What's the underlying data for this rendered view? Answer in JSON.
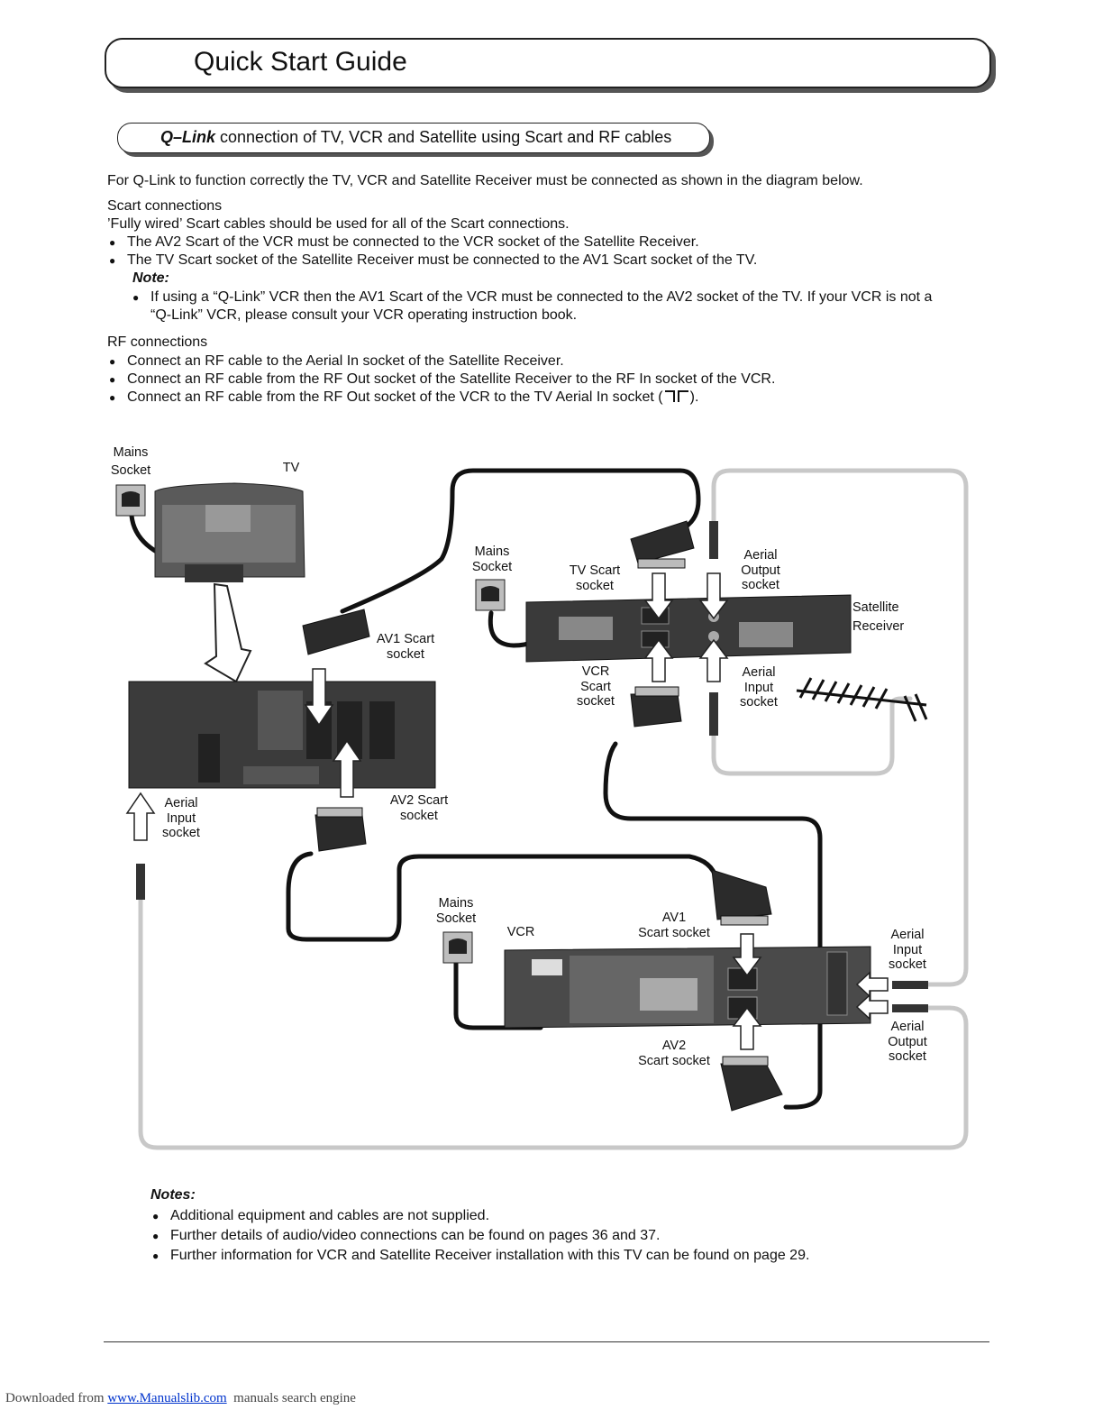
{
  "header": {
    "title": "Quick Start Guide"
  },
  "section": {
    "title_bold": "Q–Link",
    "title_rest": " connection of TV, VCR and Satellite using Scart and RF cables"
  },
  "intro": "For Q-Link to function correctly the TV, VCR and Satellite Receiver must be connected as shown in the diagram below.",
  "scart": {
    "heading": "Scart connections",
    "text": "’Fully wired’ Scart cables should be used for all of the Scart connections.",
    "bullets": [
      "The AV2 Scart of the VCR must be connected to the VCR socket of the Satellite Receiver.",
      "The TV Scart socket of the Satellite Receiver must be connected to the AV1 Scart socket of the TV."
    ],
    "note_label": "Note:",
    "note_line1": "If using a “Q-Link” VCR then the AV1 Scart of the VCR must be connected to the AV2 socket of the TV. If your VCR is not a",
    "note_line2": "“Q-Link” VCR, please consult your VCR operating instruction book."
  },
  "rf": {
    "heading": "RF connections",
    "bullets": [
      "Connect an RF cable to the Aerial In socket of the Satellite Receiver.",
      "Connect an RF cable from the RF Out socket of the Satellite Receiver to the RF In socket of the VCR.",
      "Connect an RF cable from the RF Out socket of the VCR to the TV Aerial In socket ("
    ],
    "bullet3_tail": ")."
  },
  "diagram": {
    "mains_tv": [
      "Mains",
      "Socket"
    ],
    "tv": "TV",
    "mains_sat": [
      "Mains",
      "Socket"
    ],
    "tv_scart": [
      "TV Scart",
      "socket"
    ],
    "aerial_output_sat": [
      "Aerial",
      "Output",
      "socket"
    ],
    "satellite": [
      "Satellite",
      "Receiver"
    ],
    "av1_scart": [
      "AV1 Scart",
      "socket"
    ],
    "vcr_scart": [
      "VCR",
      "Scart",
      "socket"
    ],
    "aerial_input_sat": [
      "Aerial",
      "Input",
      "socket"
    ],
    "aerial_input_tv": [
      "Aerial",
      "Input",
      "socket"
    ],
    "av2_scart": [
      "AV2 Scart",
      "socket"
    ],
    "mains_vcr": [
      "Mains",
      "Socket"
    ],
    "vcr": "VCR",
    "vcr_av1": [
      "AV1",
      "Scart socket"
    ],
    "aerial_input_vcr": [
      "Aerial",
      "Input",
      "socket"
    ],
    "aerial_output_vcr": [
      "Aerial",
      "Output",
      "socket"
    ],
    "vcr_av2": [
      "AV2",
      "Scart socket"
    ]
  },
  "notes": {
    "title": "Notes:",
    "items": [
      "Additional equipment and cables are not supplied.",
      "Further details of audio/video connections can be found on pages 36 and 37.",
      "Further information for VCR and Satellite Receiver installation with this TV can be found on page 29."
    ]
  },
  "footer": {
    "prefix": "Downloaded from ",
    "link": "www.Manualslib.com",
    "suffix": "  manuals search engine"
  }
}
